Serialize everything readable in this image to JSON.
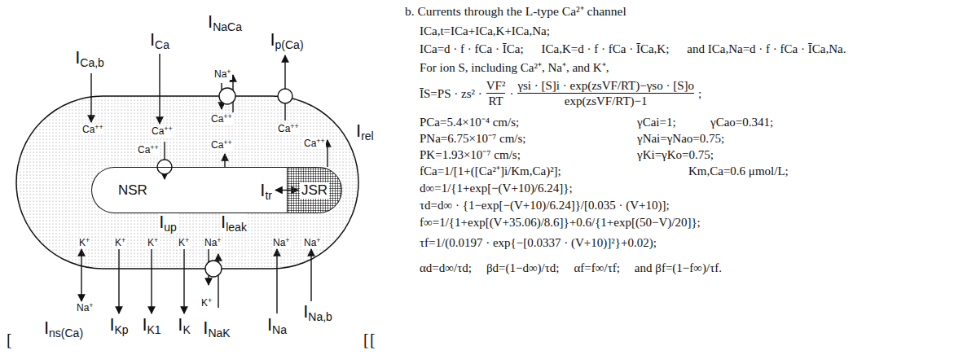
{
  "diagram": {
    "nodes": [
      {
        "text": [
          "Ca++",
          "Ca++",
          "Ca++",
          "Ca++",
          "Ca++",
          "Ca++",
          "Ca++",
          "K+",
          "K+",
          "K+",
          "K+",
          "Na+",
          "Na+",
          "Na+"
        ]
      },
      {
        "text": [
          "NSR"
        ],
        "in": 0
      },
      {
        "text": [
          "JSR"
        ],
        "in": 0
      }
    ],
    "edges": [
      {
        "from": 1,
        "to": 2,
        "arrow": "both",
        "label": "Itr"
      }
    ],
    "labels": [
      "ICa,b",
      "ICa",
      "INaCa",
      "Ip(Ca)",
      "Na+",
      "Irel",
      "Iup",
      "Ileak",
      "Na+",
      "K+",
      "Ins(Ca)",
      "IKp",
      "IK1",
      "IK",
      "INaK",
      "INa",
      "INa,b",
      "[",
      "b. Currents through the L-type Ca²⁺ channel",
      "ICa,t=ICa+ICa,K+ICa,Na;",
      "ICa=d · f · fCa · ĪCa;",
      "ICa,K=d · f · fCa · ĪCa,K;",
      "and ICa,Na=d · f · fCa · ĪCa,Na.",
      "For ion S, including Ca²⁺, Na⁺, and K⁺,",
      "ĪS=PS · zs² ·",
      "VF²",
      "RT",
      "·",
      "γsi · [S]i · exp(zsVF/RT)−γso · [S]o",
      "exp(zsVF/RT)−1",
      ";",
      "PCa=5.4×10⁻⁴ cm/s;",
      "γCai=1;",
      "γCao=0.341;",
      "PNa=6.75×10⁻⁷ cm/s;",
      "γNai=γNao=0.75;",
      "PK=1.93×10⁻⁷ cm/s;",
      "γKi=γKo=0.75;",
      "fCa=1/[1+([Ca²⁺]i/Km,Ca)²];",
      "Km,Ca=0.6 μmol/L;",
      "d∞=1/{1+exp[−(V+10)/6.24]};",
      "τd=d∞ · {1−exp[−(V+10)/6.24]}/[0.035 · (V+10)];",
      "f∞=1/{1+exp[(V+35.06)/8.6]}+0.6/{1+exp[(50−V)/20]};",
      "τf=1/(0.0197 · exp{−[0.0337 · (V+10)]²}+0.02);",
      "αd=d∞/τd;",
      "βd=(1−d∞)/τd;",
      "αf=f∞/τf;",
      "and βf=(1−f∞)/τf.",
      "[",
      "["
    ]
  }
}
